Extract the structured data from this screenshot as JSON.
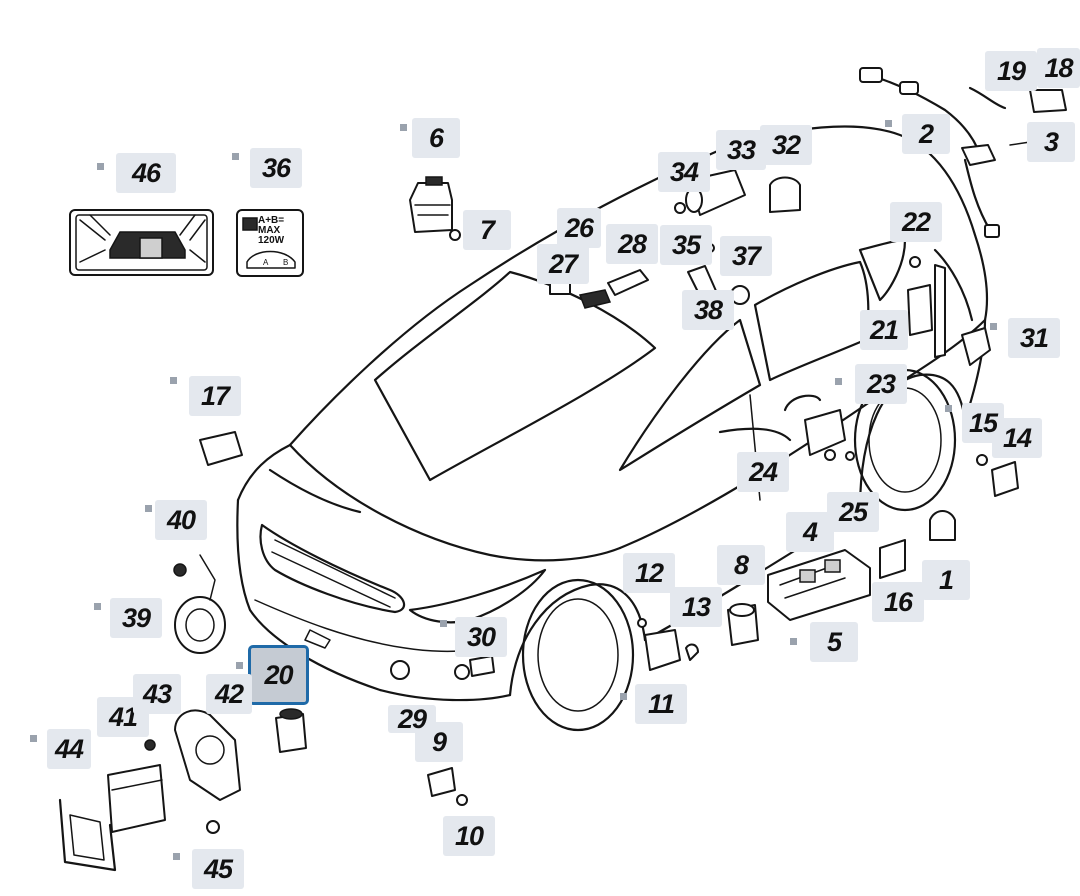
{
  "diagram": {
    "highlighted_part": "20",
    "callouts": [
      {
        "id": "c1",
        "label": "1"
      },
      {
        "id": "c2",
        "label": "2"
      },
      {
        "id": "c3",
        "label": "3"
      },
      {
        "id": "c4",
        "label": "4"
      },
      {
        "id": "c5",
        "label": "5"
      },
      {
        "id": "c6",
        "label": "6"
      },
      {
        "id": "c7",
        "label": "7"
      },
      {
        "id": "c8",
        "label": "8"
      },
      {
        "id": "c9",
        "label": "9"
      },
      {
        "id": "c10",
        "label": "10"
      },
      {
        "id": "c11",
        "label": "11"
      },
      {
        "id": "c12",
        "label": "12"
      },
      {
        "id": "c13",
        "label": "13"
      },
      {
        "id": "c14",
        "label": "14"
      },
      {
        "id": "c15",
        "label": "15"
      },
      {
        "id": "c16",
        "label": "16"
      },
      {
        "id": "c17",
        "label": "17"
      },
      {
        "id": "c18",
        "label": "18"
      },
      {
        "id": "c19",
        "label": "19"
      },
      {
        "id": "c20",
        "label": "20"
      },
      {
        "id": "c21",
        "label": "21"
      },
      {
        "id": "c22",
        "label": "22"
      },
      {
        "id": "c23",
        "label": "23"
      },
      {
        "id": "c24",
        "label": "24"
      },
      {
        "id": "c25",
        "label": "25"
      },
      {
        "id": "c26",
        "label": "26"
      },
      {
        "id": "c27",
        "label": "27"
      },
      {
        "id": "c28",
        "label": "28"
      },
      {
        "id": "c29",
        "label": "29"
      },
      {
        "id": "c30",
        "label": "30"
      },
      {
        "id": "c31",
        "label": "31"
      },
      {
        "id": "c32",
        "label": "32"
      },
      {
        "id": "c33",
        "label": "33"
      },
      {
        "id": "c34",
        "label": "34"
      },
      {
        "id": "c35",
        "label": "35"
      },
      {
        "id": "c36",
        "label": "36"
      },
      {
        "id": "c37",
        "label": "37"
      },
      {
        "id": "c38",
        "label": "38"
      },
      {
        "id": "c39",
        "label": "39"
      },
      {
        "id": "c40",
        "label": "40"
      },
      {
        "id": "c41",
        "label": "41"
      },
      {
        "id": "c42",
        "label": "42"
      },
      {
        "id": "c43",
        "label": "43"
      },
      {
        "id": "c44",
        "label": "44"
      },
      {
        "id": "c45",
        "label": "45"
      },
      {
        "id": "c46",
        "label": "46"
      }
    ]
  },
  "power_label": {
    "line1": "A+B=",
    "line2": "MAX",
    "line3": "120W",
    "a": "A",
    "b": "B"
  }
}
